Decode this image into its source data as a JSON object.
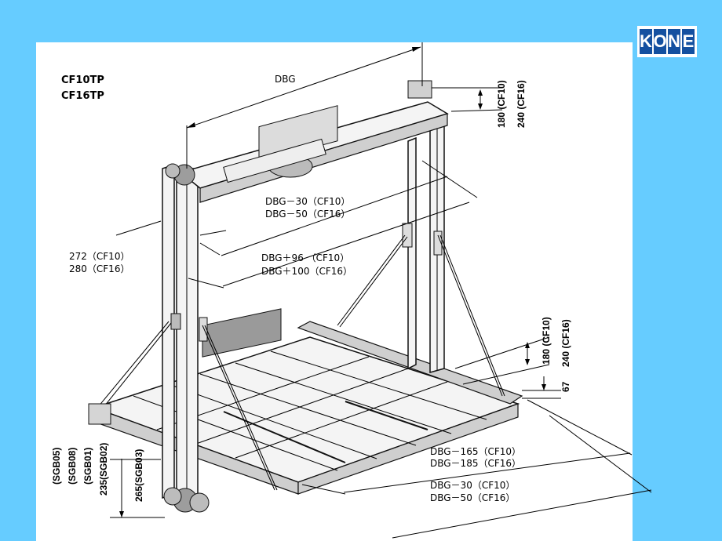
{
  "logo": {
    "text": "KONE",
    "letters": [
      "K",
      "O",
      "N",
      "E"
    ],
    "color": "#1450a0"
  },
  "colors": {
    "background": "#66ccff",
    "panel": "#ffffff"
  },
  "diagram": {
    "models": [
      "CF10TP",
      "CF16TP"
    ],
    "labels": {
      "dbg": "DBG",
      "top_height_cf10": "180 (CF10)",
      "top_height_cf16": "240 (CF16)",
      "inner_cf10": "DBG－30（CF10）",
      "inner_cf16": "DBG－50（CF16）",
      "outer_cf10": "DBG＋96 （CF10）",
      "outer_cf16": "DBG＋100（CF16）",
      "offset_cf10": "272（CF10）",
      "offset_cf16": "280（CF16）",
      "bottom_height_cf10": "180 (CF10)",
      "bottom_height_cf16": "240 (CF16)",
      "bottom_gap": "67",
      "floor_cf10_a": "DBG－165（CF10）",
      "floor_cf16_a": "DBG－185（CF16）",
      "floor_cf10_b": "DBG－30（CF10）",
      "floor_cf16_b": "DBG－50（CF16）",
      "vertical_sgb05": "(SGB05)",
      "vertical_sgb08": "(SGB08)",
      "vertical_sgb01": "(SGB01)",
      "vertical_235": "235(SGB02)",
      "vertical_265": "265(SGB03)"
    }
  }
}
